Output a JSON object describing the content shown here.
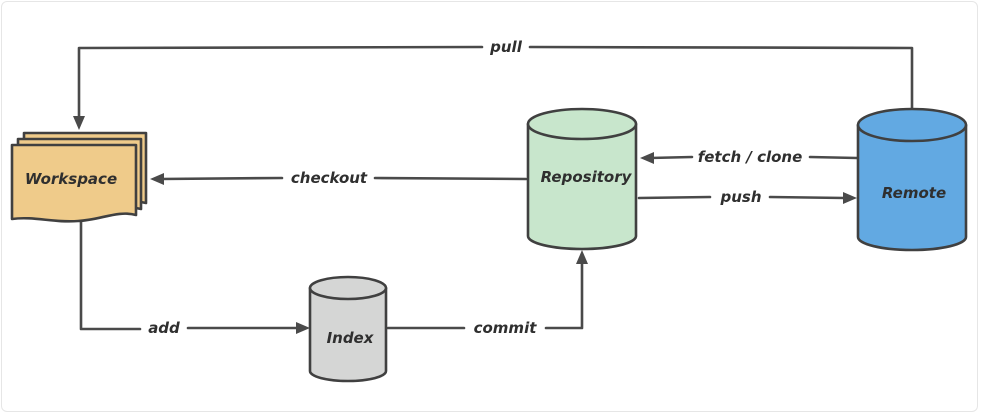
{
  "nodes": {
    "workspace": {
      "label": "Workspace",
      "color": "#EFCB8A"
    },
    "index": {
      "label": "Index",
      "color": "#D5D6D5"
    },
    "repository": {
      "label": "Repository",
      "color": "#C8E6CC"
    },
    "remote": {
      "label": "Remote",
      "color": "#62A9E2"
    }
  },
  "edges": {
    "pull": {
      "label": "pull"
    },
    "checkout": {
      "label": "checkout"
    },
    "fetch_clone": {
      "label": "fetch / clone"
    },
    "push": {
      "label": "push"
    },
    "add": {
      "label": "add"
    },
    "commit": {
      "label": "commit"
    }
  }
}
